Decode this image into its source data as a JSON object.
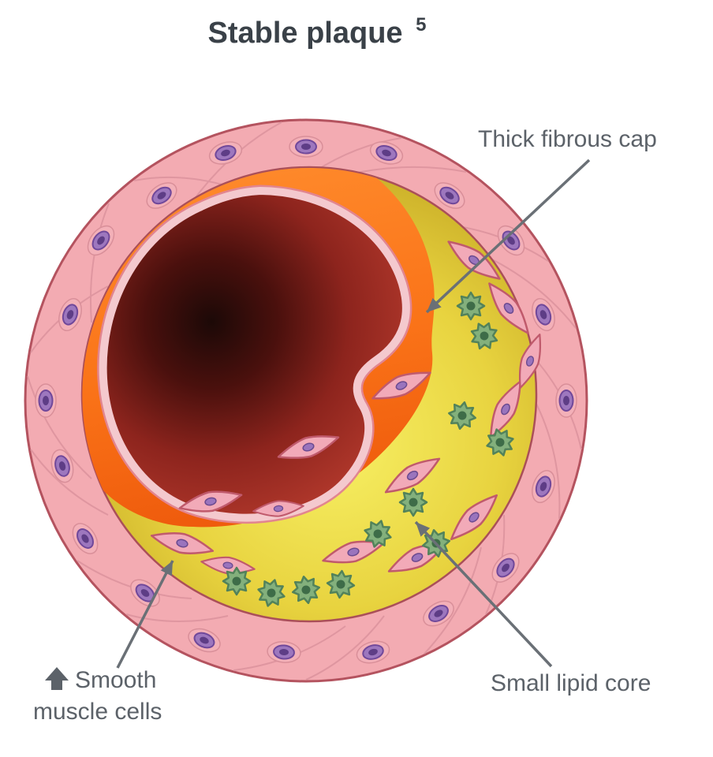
{
  "title": {
    "text": "Stable plaque",
    "superscript": "5"
  },
  "annotations": {
    "thick_fibrous_cap": {
      "label": "Thick fibrous cap"
    },
    "small_lipid_core": {
      "label": "Small lipid core"
    },
    "smooth_muscle_cells": {
      "label_line1": "Smooth",
      "label_line2": "muscle cells",
      "icon": "up-arrow-icon"
    }
  },
  "colors": {
    "artery_wall_pink": "#f3abb2",
    "wall_outline": "#b4535f",
    "fibrous_cap_orange": "#f97318",
    "lipid_core_yellow": "#e9d440",
    "lumen_red": "#b23a2d",
    "endothelium_pink": "#f4c9ce",
    "smooth_muscle_cell_pink": "#f2aab8",
    "cell_purple": "#9a74bd",
    "foam_cell_green": "#83b07c",
    "arrow_gray": "#6a7076",
    "label_gray": "#5c6269",
    "title_color": "#3a4148"
  }
}
